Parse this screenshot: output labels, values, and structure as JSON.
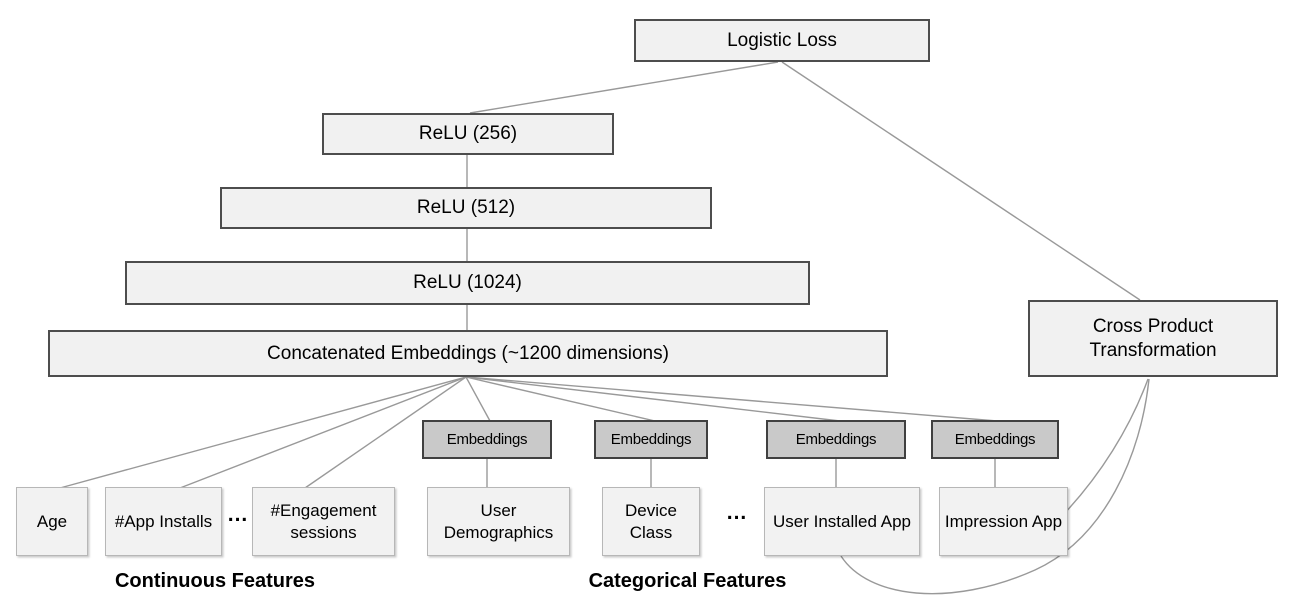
{
  "diagram": {
    "nodes": {
      "logistic_loss": {
        "label": "Logistic Loss"
      },
      "relu_1": {
        "label": "ReLU (256)"
      },
      "relu_2": {
        "label": "ReLU (512)"
      },
      "relu_3": {
        "label": "ReLU (1024)"
      },
      "concatenated_embeddings": {
        "label": "Concatenated Embeddings (~1200 dimensions)"
      },
      "cross_product": {
        "label": "Cross Product Transformation"
      },
      "embeddings": [
        {
          "label": "Embeddings"
        },
        {
          "label": "Embeddings"
        },
        {
          "label": "Embeddings"
        },
        {
          "label": "Embeddings"
        }
      ],
      "continuous_features": [
        {
          "label": "Age"
        },
        {
          "label": "#App Installs"
        },
        {
          "label": "#Engagement sessions"
        }
      ],
      "categorical_features": [
        {
          "label": "User Demographics"
        },
        {
          "label": "Device Class"
        },
        {
          "label": "User Installed App"
        },
        {
          "label": "Impression App"
        }
      ]
    },
    "separators": {
      "continuous_ellipsis": "...",
      "categorical_ellipsis": "..."
    },
    "group_labels": {
      "continuous": "Continuous Features",
      "categorical": "Categorical Features"
    },
    "colors": {
      "node_fill": "#f1f1f1",
      "embedding_fill": "#c9c9c9",
      "node_border_dark": "#4d4d4d",
      "node_border_light": "#b7b7b7",
      "edge": "#999999",
      "text": "#000000"
    }
  }
}
